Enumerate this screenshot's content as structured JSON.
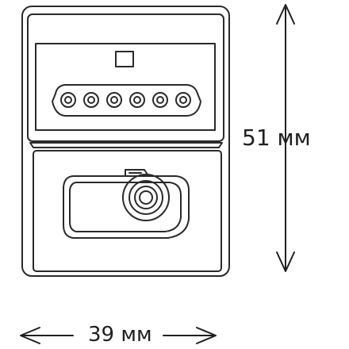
{
  "dimensions": {
    "height_label": "51 мм",
    "width_label": "39 мм"
  },
  "colors": {
    "stroke": "#2a2a2a",
    "fill": "#ffffff"
  },
  "connector": {
    "pin_count": 6
  }
}
